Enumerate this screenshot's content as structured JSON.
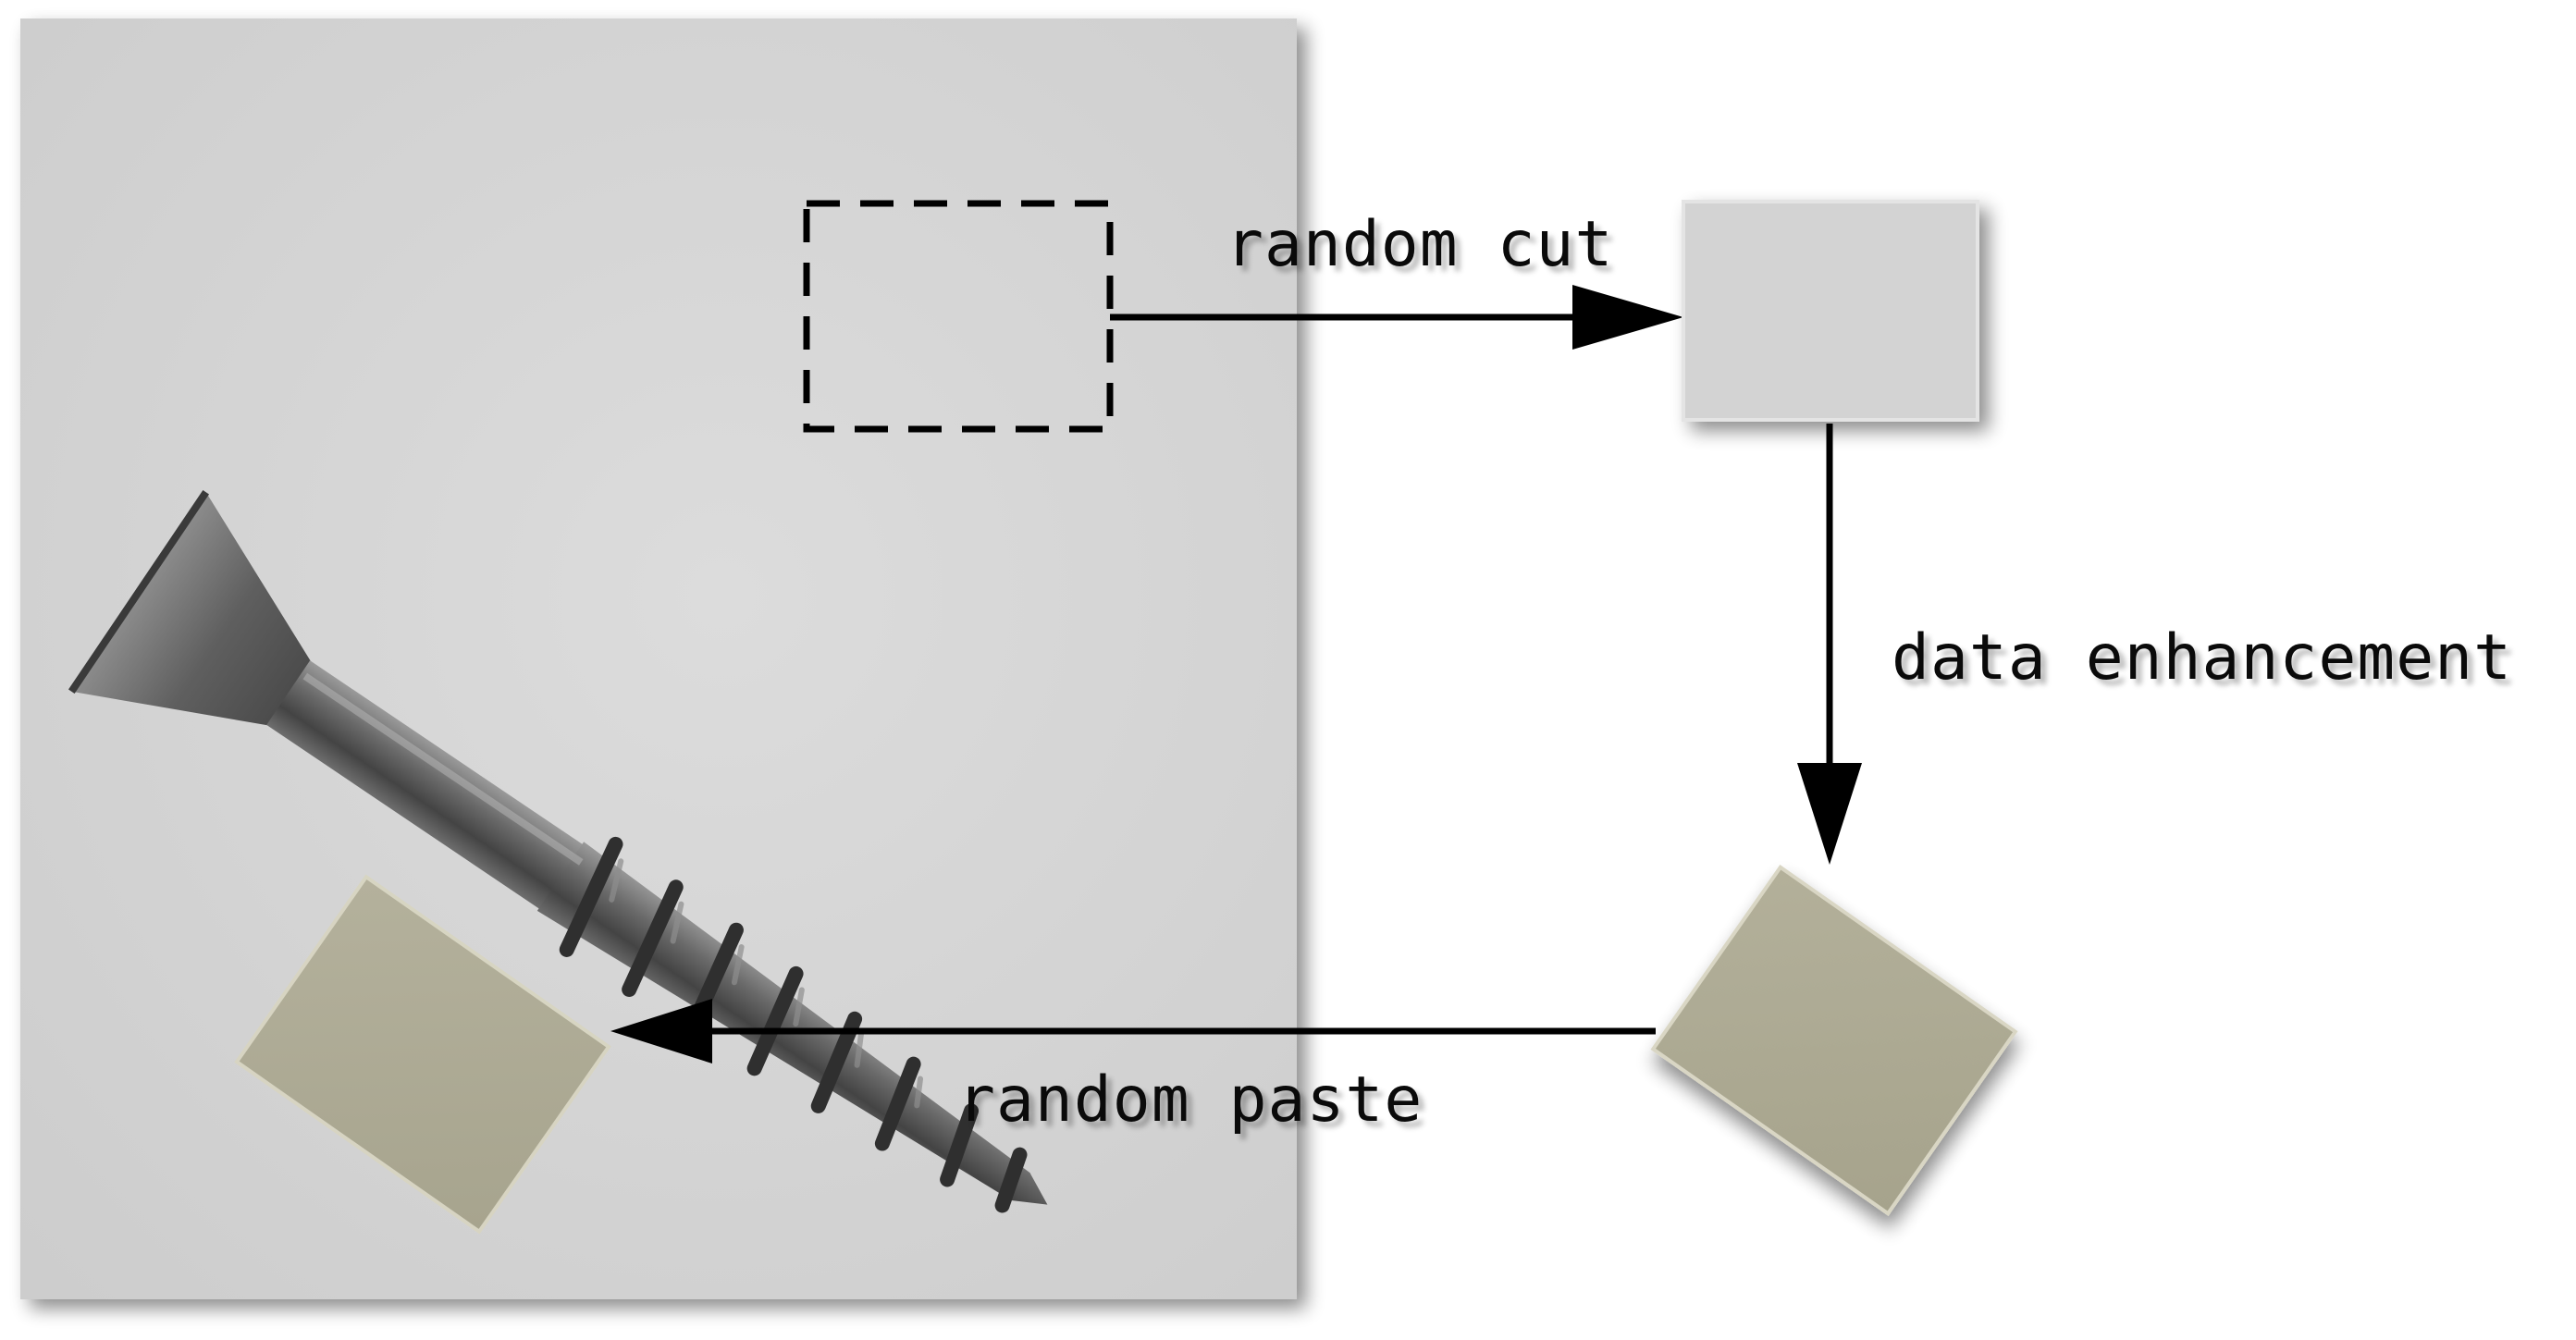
{
  "labels": {
    "random_cut": "random cut",
    "data_enhancement": "data enhancement",
    "random_paste": "random paste"
  },
  "colors": {
    "photo_background": "#d6d6d6",
    "cut_patch": "#d3d3d3",
    "enhanced_patch": "#aba891",
    "arrow": "#000000"
  },
  "icons": {
    "object": "screw-icon"
  }
}
